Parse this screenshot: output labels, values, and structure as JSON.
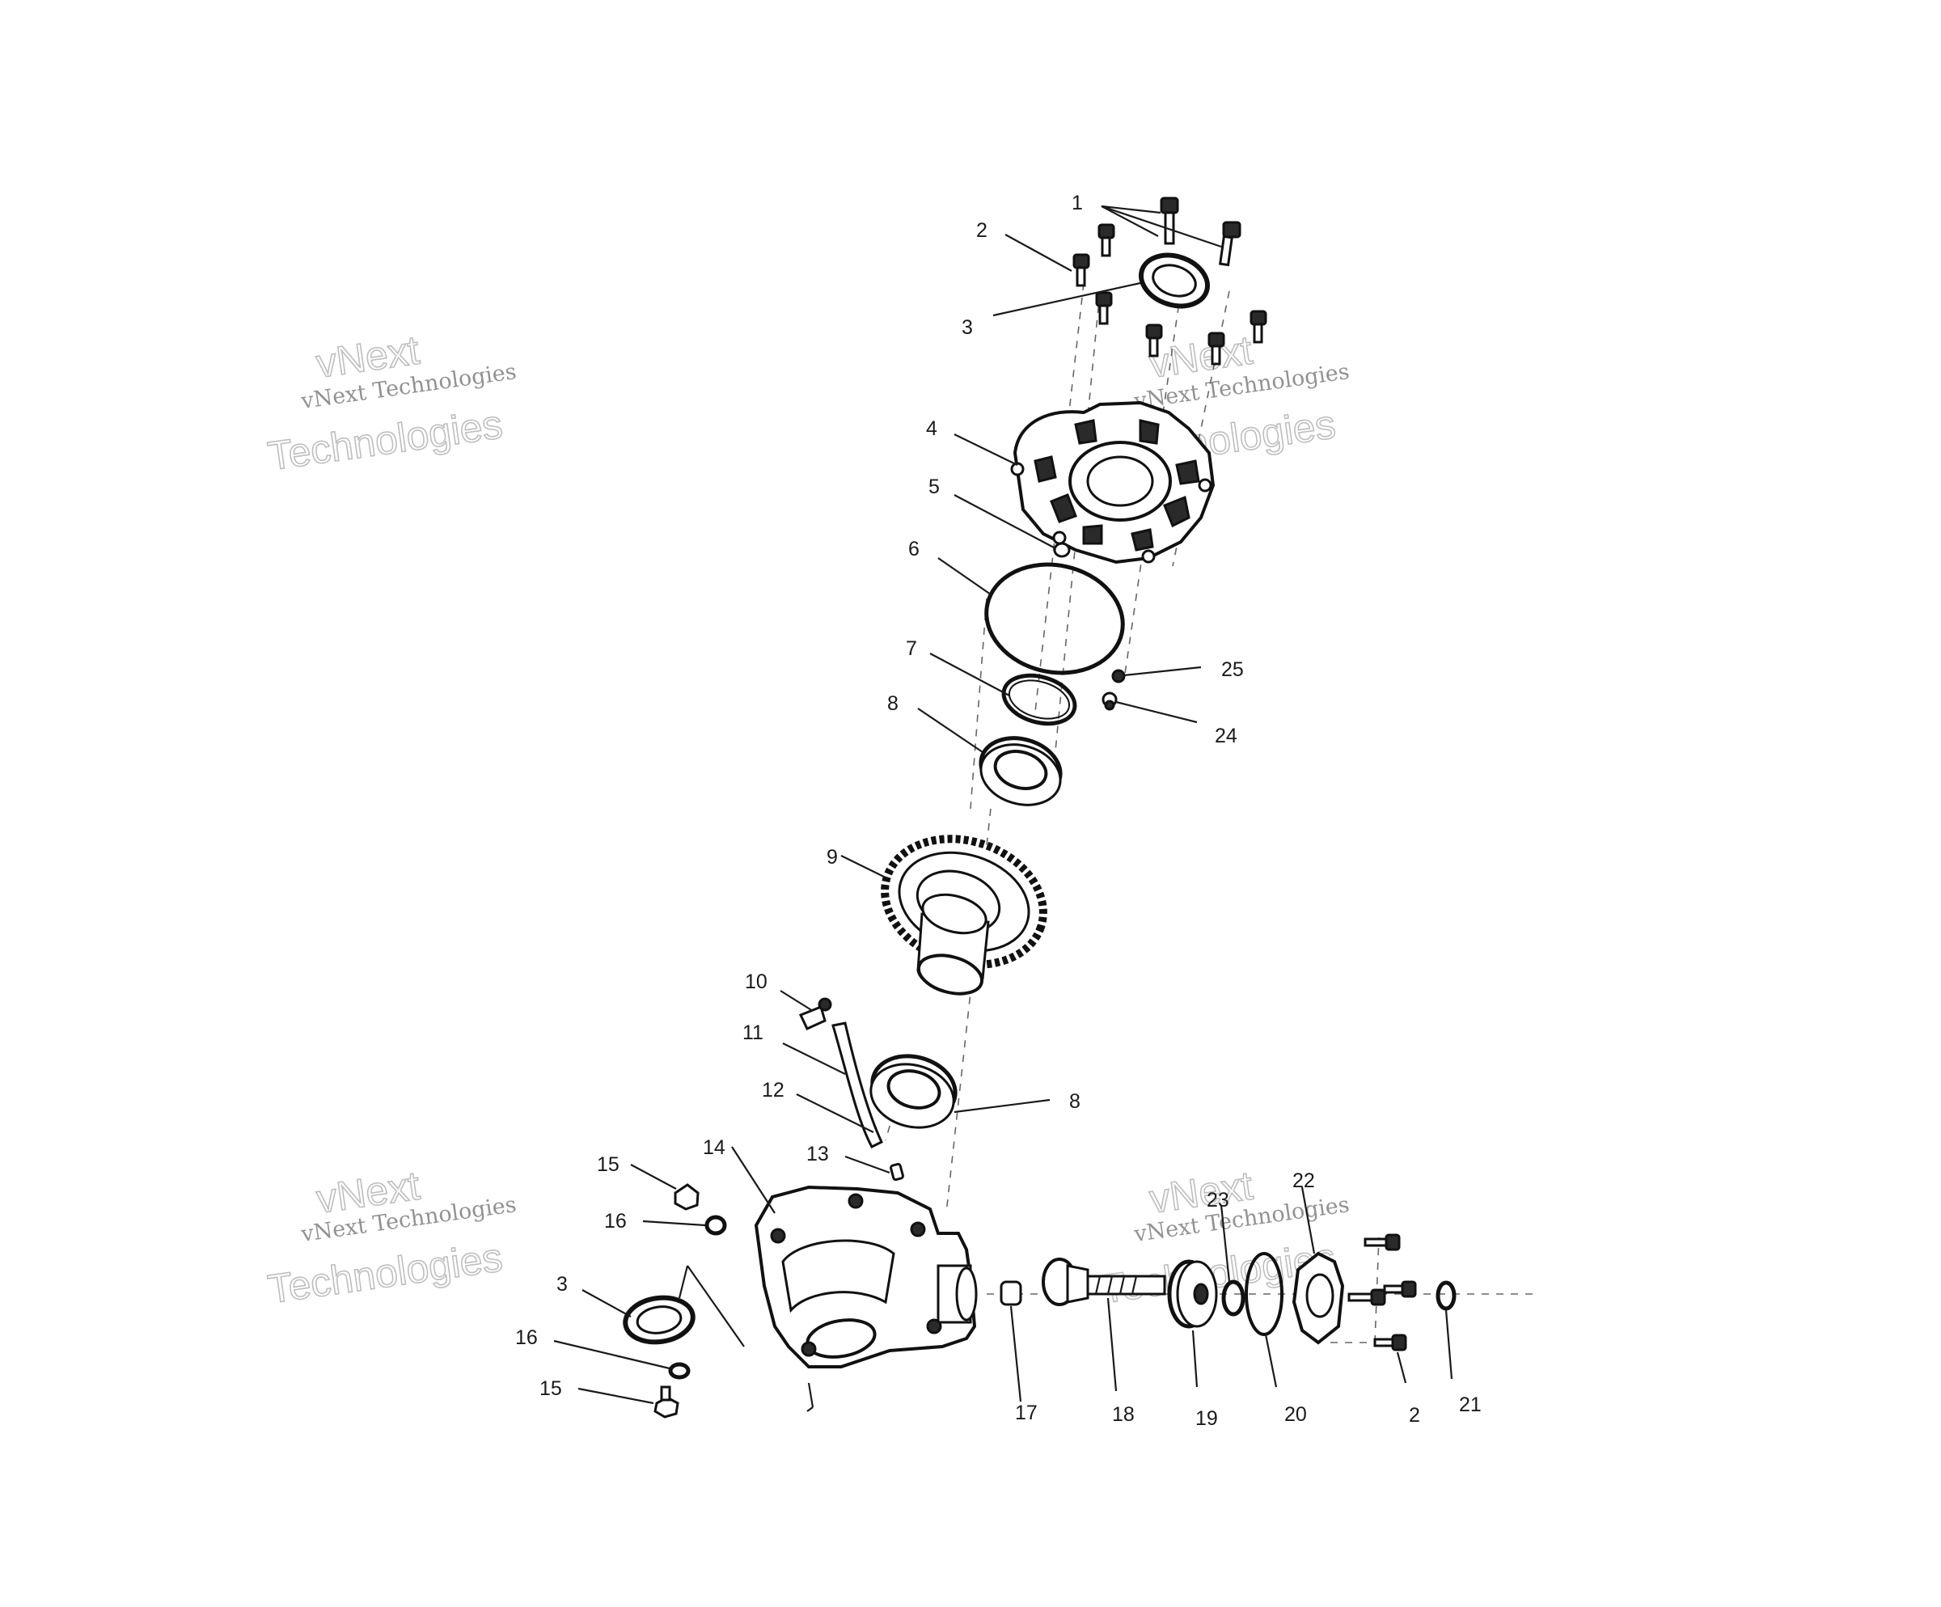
{
  "watermark": {
    "line_top": "vNext",
    "line_mid": "vNext Technologies",
    "line_bottom": "Technologies"
  },
  "callouts": {
    "c1": "1",
    "c2": "2",
    "c3": "3",
    "c4": "4",
    "c5": "5",
    "c6": "6",
    "c7": "7",
    "c8": "8",
    "c9": "9",
    "c10": "10",
    "c11": "11",
    "c12": "12",
    "c13": "13",
    "c14": "14",
    "c15": "15",
    "c16": "16",
    "c17": "17",
    "c18": "18",
    "c19": "19",
    "c20": "20",
    "c21": "21",
    "c22": "22",
    "c23": "23",
    "c24": "24",
    "c25": "25"
  }
}
